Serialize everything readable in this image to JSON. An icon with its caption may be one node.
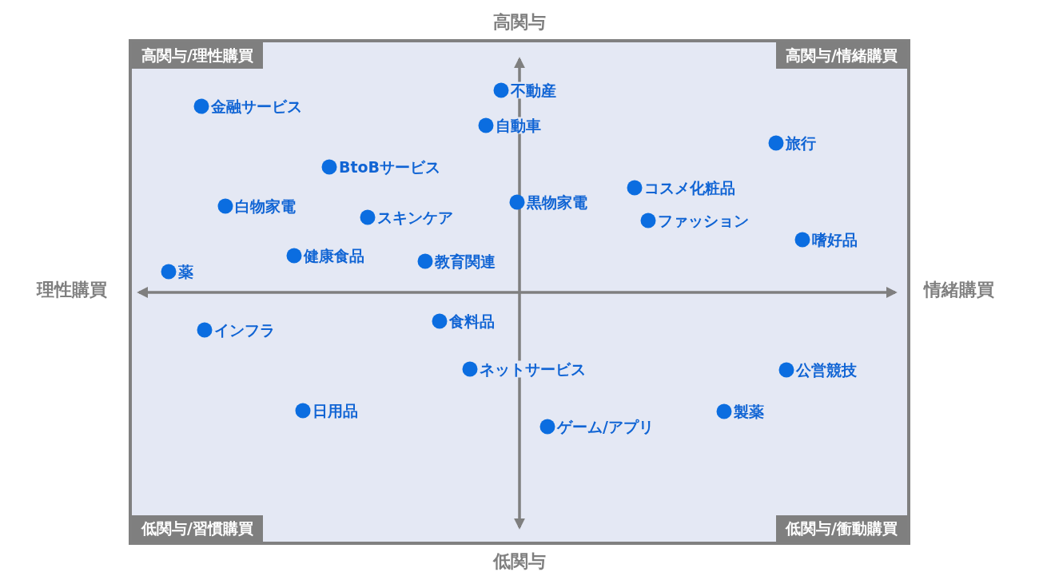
{
  "diagram": {
    "labels": [
      "高関与",
      "高関与/理性購買",
      "高関与/情緒購買",
      "不動産",
      "金融サービス",
      "自動車",
      "旅行",
      "BtoBサービス",
      "コスメ化粧品",
      "白物家電",
      "スキンケア",
      "黒物家電",
      "ファッション",
      "嗜好品",
      "健康食品",
      "教育関連",
      "薬",
      "理性購買",
      "情緒購買",
      "インフラ",
      "食料品",
      "ネットサービス",
      "公営競技",
      "日用品",
      "製薬",
      "ゲーム/アプリ",
      "低関与/習慣購買",
      "低関与/衝動購買",
      "低関与"
    ]
  }
}
